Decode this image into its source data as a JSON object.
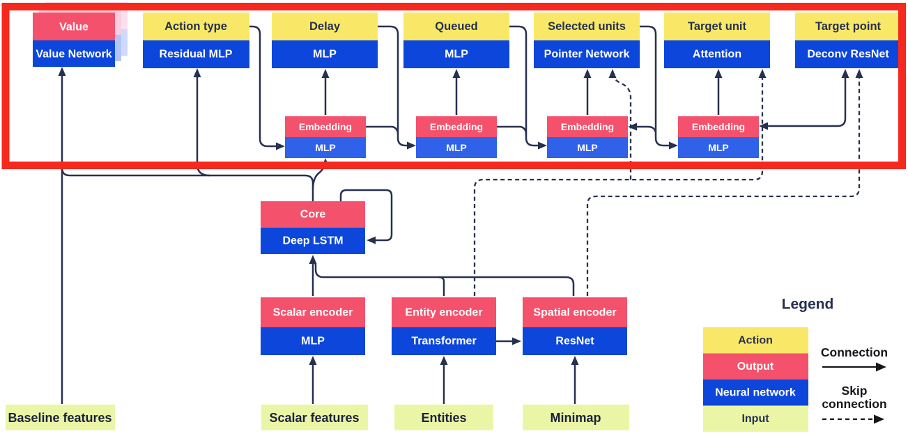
{
  "nodes": {
    "value": {
      "top": "Value",
      "bottom": "Value Network"
    },
    "action_type": {
      "top": "Action type",
      "bottom": "Residual MLP"
    },
    "delay": {
      "top": "Delay",
      "bottom": "MLP"
    },
    "queued": {
      "top": "Queued",
      "bottom": "MLP"
    },
    "selected_units": {
      "top": "Selected units",
      "bottom": "Pointer Network"
    },
    "target_unit": {
      "top": "Target unit",
      "bottom": "Attention"
    },
    "target_point": {
      "top": "Target point",
      "bottom": "Deconv ResNet"
    },
    "embedding_1": {
      "top": "Embedding",
      "bottom": "MLP"
    },
    "embedding_2": {
      "top": "Embedding",
      "bottom": "MLP"
    },
    "embedding_3": {
      "top": "Embedding",
      "bottom": "MLP"
    },
    "embedding_4": {
      "top": "Embedding",
      "bottom": "MLP"
    },
    "core": {
      "top": "Core",
      "bottom": "Deep LSTM"
    },
    "scalar_encoder": {
      "top": "Scalar encoder",
      "bottom": "MLP"
    },
    "entity_encoder": {
      "top": "Entity encoder",
      "bottom": "Transformer"
    },
    "spatial_encoder": {
      "top": "Spatial encoder",
      "bottom": "ResNet"
    }
  },
  "inputs": {
    "baseline": "Baseline features",
    "scalar": "Scalar features",
    "entities": "Entities",
    "minimap": "Minimap"
  },
  "legend": {
    "title": "Legend",
    "items": [
      {
        "label": "Action",
        "swatch": "#F9E867",
        "text_color": "#26304F"
      },
      {
        "label": "Output",
        "swatch": "#F4516C",
        "text_color": "#FFFFFF"
      },
      {
        "label": "Neural network",
        "swatch": "#0C46DB",
        "text_color": "#FFFFFF"
      },
      {
        "label": "Input",
        "swatch": "#EAF6A6",
        "text_color": "#26304F"
      }
    ],
    "connection_label": "Connection",
    "skip_label_line1": "Skip",
    "skip_label_line2": "connection"
  },
  "colors": {
    "action_yellow": "#F9E867",
    "output_pink": "#F4516C",
    "network_blue": "#0C46DB",
    "embedding_blue": "#2F62E9",
    "input_green": "#EAF6A6",
    "line_navy": "#26304F",
    "highlight_red": "#F5291D",
    "background": "#FFFFFF"
  },
  "connections": {
    "solid": [
      "Baseline features -> Value Network",
      "Core -> Value Network",
      "Core -> Residual MLP",
      "Core -> Embedding 1",
      "Core -> Core (recurrent loop)",
      "Scalar encoder -> Core",
      "Entity encoder -> Core",
      "Spatial encoder -> Core",
      "Entity encoder -> Spatial encoder",
      "Scalar features -> Scalar encoder",
      "Entities -> Entity encoder",
      "Minimap -> Spatial encoder",
      "Action type -> Embedding 1",
      "Embedding 1 -> Delay",
      "Embedding 1 + Delay -> Embedding 2",
      "Embedding 2 -> Queued",
      "Embedding 2 + Queued -> Embedding 3",
      "Embedding 3 -> Selected units",
      "Selected units -> Embedding 3 (feedback)",
      "Selected units -> Embedding 4",
      "Embedding 4 -> Target unit",
      "Embedding 4 -> Deconv ResNet (feedback)"
    ],
    "dashed": [
      "Entity encoder => Pointer Network (skip)",
      "Entity encoder => Attention (skip)",
      "Spatial encoder => Deconv ResNet (skip)"
    ]
  }
}
